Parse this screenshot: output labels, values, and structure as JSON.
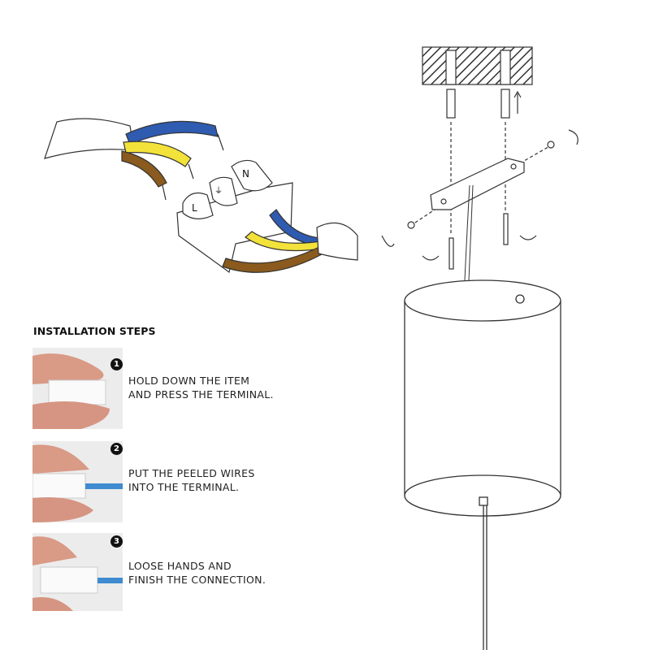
{
  "diagram": {
    "terminal_labels": {
      "live": "L",
      "earth": "⏚",
      "neutral": "N"
    },
    "wire_colors": {
      "blue": "#2f5bb0",
      "yellow": "#f2e23a",
      "brown": "#8a5a1e"
    }
  },
  "instructions": {
    "title": "INSTALLATION STEPS",
    "steps": [
      {
        "number": "1",
        "line1": "HOLD DOWN THE ITEM",
        "line2": "AND PRESS THE TERMINAL."
      },
      {
        "number": "2",
        "line1": "PUT THE PEELED WIRES",
        "line2": "INTO THE TERMINAL."
      },
      {
        "number": "3",
        "line1": "LOOSE HANDS AND",
        "line2": "FINISH THE CONNECTION."
      }
    ]
  }
}
